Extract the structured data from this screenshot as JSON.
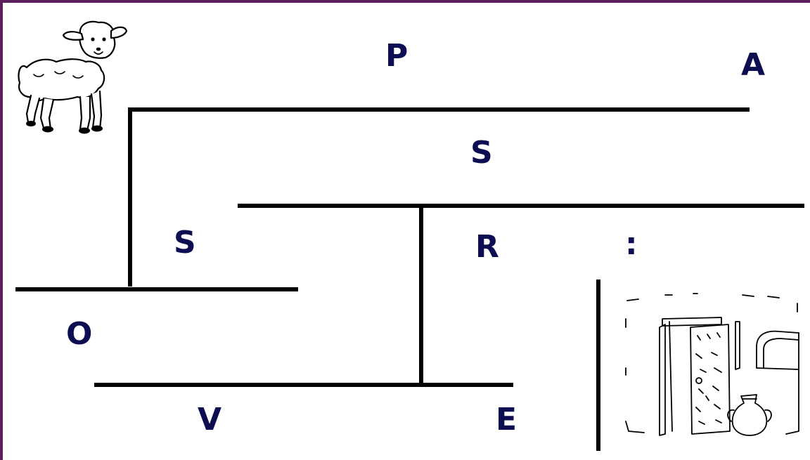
{
  "maze": {
    "letters": {
      "p": "P",
      "a": "A",
      "s1": "S",
      "s2": "S",
      "r": "R",
      "colon": ":",
      "o": "O",
      "v": "V",
      "e": "E"
    }
  },
  "colors": {
    "frame": "#5b1f5e",
    "letters": "#0d0d52",
    "walls": "#000000"
  },
  "icons": {
    "start": "lamb-icon",
    "goal": "doorway-with-jar-icon"
  }
}
